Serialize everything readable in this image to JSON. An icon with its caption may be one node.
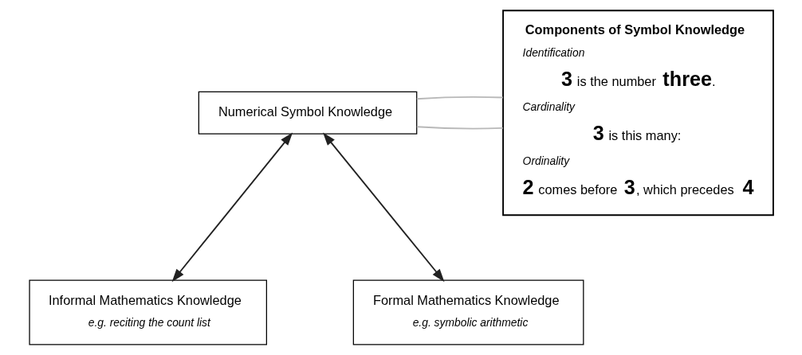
{
  "diagram": {
    "nodes": [
      {
        "text": [
          "Numerical Symbol Knowledge"
        ]
      },
      {
        "text": [
          "Informal Mathematics Knowledge",
          "e.g. reciting the count list"
        ]
      },
      {
        "text": [
          "Formal Mathematics Knowledge",
          "e.g. symbolic arithmetic"
        ]
      },
      {
        "text": [
          "Components of Symbol Knowledge",
          "Identification",
          "**3** is the number **three**.",
          "Cardinality",
          "**3** is this many:",
          "Ordinality",
          "**2** comes before **3**, which precedes **4**"
        ]
      }
    ],
    "edges": [
      {
        "from": 0,
        "to": 1,
        "arrow": "both"
      },
      {
        "from": 0,
        "to": 2,
        "arrow": "both"
      },
      {
        "from": 0,
        "to": 3,
        "arrow": "none",
        "color": "#b8b8b8"
      },
      {
        "from": 0,
        "to": 3,
        "arrow": "none",
        "color": "#b8b8b8"
      }
    ]
  }
}
